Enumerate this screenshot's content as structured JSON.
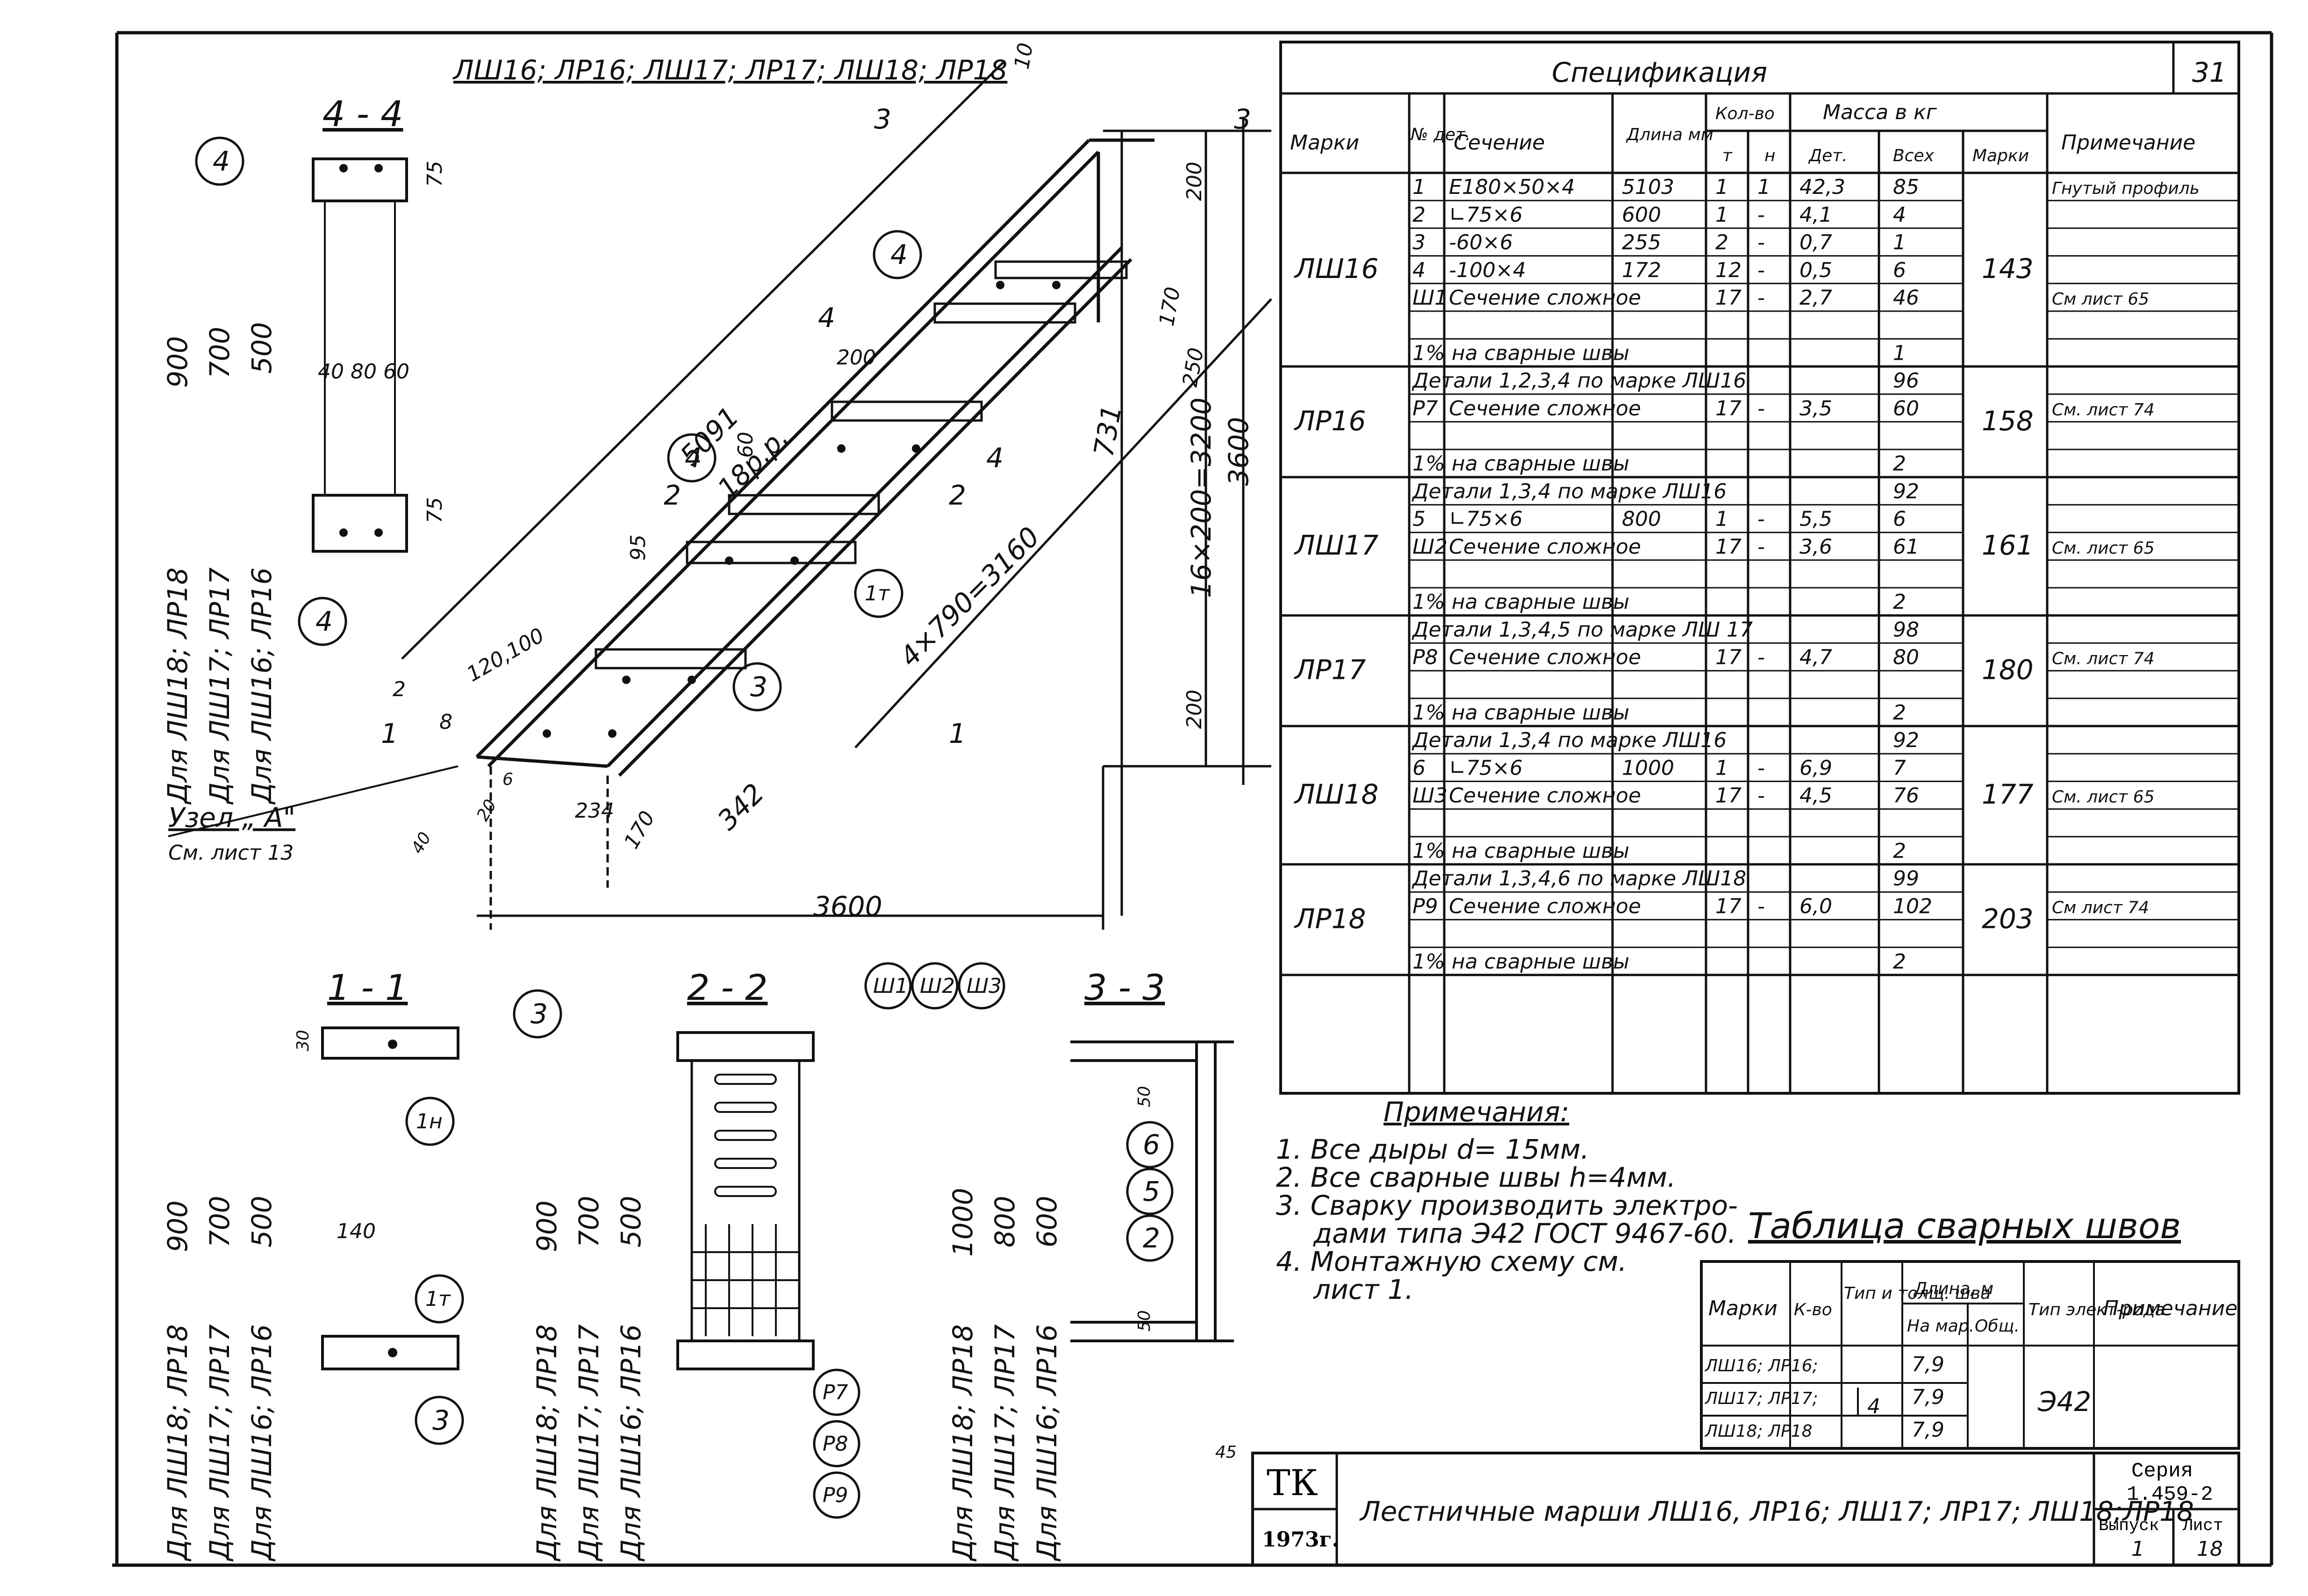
{
  "sheet_number": "31",
  "title_block": {
    "org": "ТК",
    "year": "1973г.",
    "title": "Лестничные марши ЛШ16, ЛР16; ЛШ17; ЛР17; ЛШ18;ЛР18",
    "series_label": "Серия",
    "series": "1.459-2",
    "issue_label": "Выпуск",
    "issue": "1",
    "sheet_label": "Лист",
    "sheet": "18"
  },
  "drawing": {
    "main_header": "ЛШ16; ЛР16; ЛШ17; ЛР17; ЛШ18; ЛР18",
    "section_44": "4 - 4",
    "section_11": "1 - 1",
    "section_22": "2 - 2",
    "section_33": "3 - 3",
    "node_label": "Узел „ А\"",
    "node_ref": "См. лист 13",
    "label_for_lsh18": "Для ЛШ18; ЛР18",
    "label_for_lsh17": "Для ЛШ17; ЛР17",
    "label_for_lsh16": "Для ЛШ16; ЛР16",
    "dims": {
      "d5091": "5091",
      "d18rr": "18р.р.",
      "d3600": "3600",
      "d3600v": "3600",
      "d16x200": "16×200=3200",
      "d4x790": "4×790=3160",
      "d342": "342",
      "d234": "234",
      "d200a": "200",
      "d200b": "200",
      "d200c": "200",
      "d170": "170",
      "d170b": "170",
      "d250": "250",
      "d731": "731",
      "d900": "900",
      "d700": "700",
      "d500": "500",
      "d40_80_60": "40 80 60",
      "d75": "75",
      "d140": "140",
      "d1000": "1000",
      "d800": "800",
      "d600": "600",
      "d50": "50",
      "d45": "45",
      "d30": "30",
      "d120_100": "120,100",
      "d10": "10",
      "d2": "2",
      "d8": "8",
      "d95": "95",
      "d60": "60",
      "d6": "6",
      "d40": "40",
      "d20": "20"
    },
    "markers": {
      "m1": "1",
      "m2": "2",
      "m3": "3",
      "m4": "4",
      "m17": "1т",
      "m1n": "1н",
      "sh1": "Ш1",
      "sh2": "Ш2",
      "sh3": "Ш3",
      "r7": "Р7",
      "r8": "Р8",
      "r9": "Р9",
      "c6": "6",
      "c5": "5",
      "c2": "2"
    }
  },
  "spec": {
    "title": "Спецификация",
    "headers": {
      "mark": "Марки",
      "det_no": "№ дет.",
      "section": "Сечение",
      "length": "Длина мм",
      "qty": "Кол-во",
      "qty_t": "т",
      "qty_n": "н",
      "mass": "Масса в кг",
      "mass_det": "Дет.",
      "mass_all": "Всех",
      "mass_mark": "Марки",
      "note": "Примечание"
    },
    "groups": [
      {
        "mark": "ЛШ16",
        "mass_mark": "143",
        "rows": [
          {
            "no": "1",
            "section": "Е180×50×4",
            "length": "5103",
            "t": "1",
            "n": "1",
            "det": "42,3",
            "all": "85",
            "note": "Гнутый профиль"
          },
          {
            "no": "2",
            "section": "∟75×6",
            "length": "600",
            "t": "1",
            "n": "-",
            "det": "4,1",
            "all": "4",
            "note": ""
          },
          {
            "no": "3",
            "section": "-60×6",
            "length": "255",
            "t": "2",
            "n": "-",
            "det": "0,7",
            "all": "1",
            "note": ""
          },
          {
            "no": "4",
            "section": "-100×4",
            "length": "172",
            "t": "12",
            "n": "-",
            "det": "0,5",
            "all": "6",
            "note": ""
          },
          {
            "no": "Ш1",
            "section": "Сечение сложное",
            "length": "",
            "t": "17",
            "n": "-",
            "det": "2,7",
            "all": "46",
            "note": "См лист 65"
          },
          {
            "no": "",
            "section": "",
            "length": "",
            "t": "",
            "n": "",
            "det": "",
            "all": "",
            "note": ""
          },
          {
            "no": "",
            "section": "1% на сварные швы",
            "length": "",
            "t": "",
            "n": "",
            "det": "",
            "all": "1",
            "note": "",
            "wide": true
          }
        ]
      },
      {
        "mark": "ЛР16",
        "mass_mark": "158",
        "rows": [
          {
            "no": "",
            "section": "Детали 1,2,3,4 по марке ЛШ16",
            "length": "",
            "t": "",
            "n": "",
            "det": "",
            "all": "96",
            "note": "",
            "wide": true
          },
          {
            "no": "Р7",
            "section": "Сечение сложное",
            "length": "",
            "t": "17",
            "n": "-",
            "det": "3,5",
            "all": "60",
            "note": "См. лист 74"
          },
          {
            "no": "",
            "section": "",
            "length": "",
            "t": "",
            "n": "",
            "det": "",
            "all": "",
            "note": ""
          },
          {
            "no": "",
            "section": "1% на сварные швы",
            "length": "",
            "t": "",
            "n": "",
            "det": "",
            "all": "2",
            "note": "",
            "wide": true
          }
        ]
      },
      {
        "mark": "ЛШ17",
        "mass_mark": "161",
        "rows": [
          {
            "no": "",
            "section": "Детали 1,3,4 по марке ЛШ16",
            "length": "",
            "t": "",
            "n": "",
            "det": "",
            "all": "92",
            "note": "",
            "wide": true
          },
          {
            "no": "5",
            "section": "∟75×6",
            "length": "800",
            "t": "1",
            "n": "-",
            "det": "5,5",
            "all": "6",
            "note": ""
          },
          {
            "no": "Ш2",
            "section": "Сечение сложное",
            "length": "",
            "t": "17",
            "n": "-",
            "det": "3,6",
            "all": "61",
            "note": "См. лист 65"
          },
          {
            "no": "",
            "section": "",
            "length": "",
            "t": "",
            "n": "",
            "det": "",
            "all": "",
            "note": ""
          },
          {
            "no": "",
            "section": "1% на сварные швы",
            "length": "",
            "t": "",
            "n": "",
            "det": "",
            "all": "2",
            "note": "",
            "wide": true
          }
        ]
      },
      {
        "mark": "ЛР17",
        "mass_mark": "180",
        "rows": [
          {
            "no": "",
            "section": "Детали 1,3,4,5 по марке ЛШ 17",
            "length": "",
            "t": "",
            "n": "",
            "det": "",
            "all": "98",
            "note": "",
            "wide": true
          },
          {
            "no": "Р8",
            "section": "Сечение сложное",
            "length": "",
            "t": "17",
            "n": "-",
            "det": "4,7",
            "all": "80",
            "note": "См. лист 74"
          },
          {
            "no": "",
            "section": "",
            "length": "",
            "t": "",
            "n": "",
            "det": "",
            "all": "",
            "note": ""
          },
          {
            "no": "",
            "section": "1% на сварные швы",
            "length": "",
            "t": "",
            "n": "",
            "det": "",
            "all": "2",
            "note": "",
            "wide": true
          }
        ]
      },
      {
        "mark": "ЛШ18",
        "mass_mark": "177",
        "rows": [
          {
            "no": "",
            "section": "Детали 1,3,4 по марке ЛШ16",
            "length": "",
            "t": "",
            "n": "",
            "det": "",
            "all": "92",
            "note": "",
            "wide": true
          },
          {
            "no": "6",
            "section": "∟75×6",
            "length": "1000",
            "t": "1",
            "n": "-",
            "det": "6,9",
            "all": "7",
            "note": ""
          },
          {
            "no": "Ш3",
            "section": "Сечение сложное",
            "length": "",
            "t": "17",
            "n": "-",
            "det": "4,5",
            "all": "76",
            "note": "См. лист 65"
          },
          {
            "no": "",
            "section": "",
            "length": "",
            "t": "",
            "n": "",
            "det": "",
            "all": "",
            "note": ""
          },
          {
            "no": "",
            "section": "1% на сварные швы",
            "length": "",
            "t": "",
            "n": "",
            "det": "",
            "all": "2",
            "note": "",
            "wide": true
          }
        ]
      },
      {
        "mark": "ЛР18",
        "mass_mark": "203",
        "rows": [
          {
            "no": "",
            "section": "Детали 1,3,4,6 по марке ЛШ18",
            "length": "",
            "t": "",
            "n": "",
            "det": "",
            "all": "99",
            "note": "",
            "wide": true
          },
          {
            "no": "Р9",
            "section": "Сечение сложное",
            "length": "",
            "t": "17",
            "n": "-",
            "det": "6,0",
            "all": "102",
            "note": "См лист 74"
          },
          {
            "no": "",
            "section": "",
            "length": "",
            "t": "",
            "n": "",
            "det": "",
            "all": "",
            "note": ""
          },
          {
            "no": "",
            "section": "1% на сварные швы",
            "length": "",
            "t": "",
            "n": "",
            "det": "",
            "all": "2",
            "note": "",
            "wide": true
          }
        ]
      }
    ]
  },
  "notes": {
    "title": "Примечания:",
    "items": [
      "1. Все дыры d= 15мм.",
      "2. Все сварные швы h=4мм.",
      "3. Сварку производить электро-",
      "дами типа Э42 ГОСТ 9467-60.",
      "4. Монтажную схему см.",
      "лист 1."
    ]
  },
  "welds": {
    "title": "Таблица сварных швов",
    "headers": {
      "mark": "Марки",
      "count": "К-во",
      "type": "Тип и толщ. шва",
      "length": "Длина, м",
      "len_one": "На мар.",
      "len_total": "Общ.",
      "electrode": "Тип элект-рода",
      "note": "Примечание"
    },
    "rows": [
      {
        "mark": "ЛШ16; ЛР16;",
        "len_one": "7,9"
      },
      {
        "mark": "ЛШ17; ЛР17;",
        "len_one": "7,9"
      },
      {
        "mark": "ЛШ18; ЛР18",
        "len_one": "7,9"
      }
    ],
    "type_value": "4",
    "electrode_value": "Э42"
  }
}
